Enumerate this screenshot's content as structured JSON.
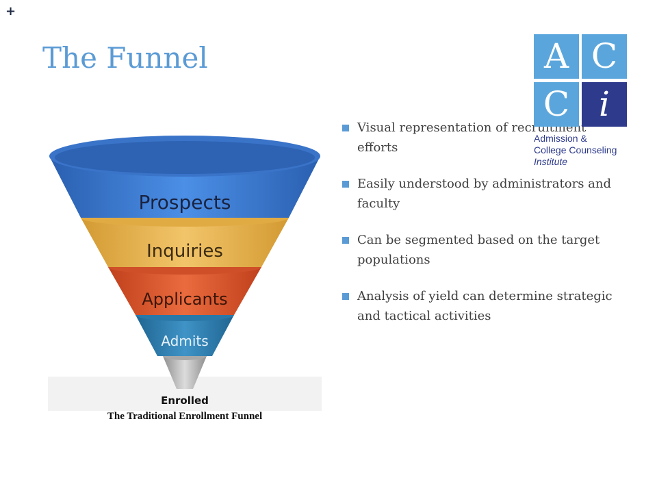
{
  "slide": {
    "plus_mark": "+",
    "title": "The Funnel"
  },
  "bullets": [
    "Visual representation of recruitment efforts",
    "Easily understood by administrators and faculty",
    "Can be segmented based on the target populations",
    "Analysis of yield can determine strategic and tactical activities"
  ],
  "logo": {
    "letters": [
      "A",
      "C",
      "C",
      "i"
    ],
    "line1": "Admission &",
    "line2": "College Counseling",
    "line3": "Institute",
    "colors": {
      "light": "#5aa6dc",
      "dark": "#2e3b8c"
    }
  },
  "funnel": {
    "stages": [
      {
        "label": "Prospects",
        "color": "#3f7fd6"
      },
      {
        "label": "Inquiries",
        "color": "#e8b24a"
      },
      {
        "label": "Applicants",
        "color": "#d9532a"
      },
      {
        "label": "Admits",
        "color": "#2f7fb0"
      }
    ],
    "stem_color": "#b5b5b5",
    "enrolled_label": "Enrolled",
    "caption": "The Traditional Enrollment Funnel"
  }
}
